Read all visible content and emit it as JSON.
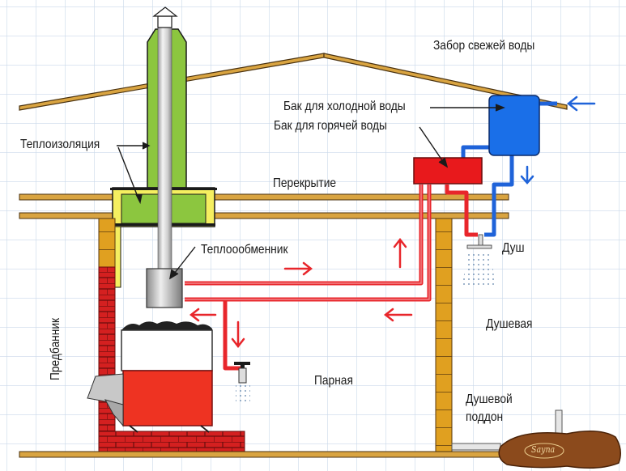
{
  "labels": {
    "fresh_water_intake": "Забор свежей воды",
    "cold_water_tank": "Бак для холодной воды",
    "hot_water_tank": "Бак для горячей воды",
    "thermal_insulation": "Теплоизоляция",
    "ceiling": "Перекрытие",
    "heat_exchanger": "Теплоообменник",
    "shower": "Душ",
    "shower_room": "Душевая",
    "steam_room": "Парная",
    "dressing_room": "Предбанник",
    "shower_tray_line1": "Душевой",
    "shower_tray_line2": "поддон"
  },
  "logo": {
    "text": "Sayna"
  },
  "colors": {
    "hot_water": "#e8262b",
    "cold_water": "#1f63d9",
    "cold_tank": "#1a6fe8",
    "hot_tank": "#e8191c",
    "insulation": "#8cc63f",
    "wood": "#d9a441",
    "brick_red": "#c81e1e",
    "brick_yellow": "#e0a020",
    "grid": "#c9d8ea",
    "stove_body": "#ee3322"
  },
  "flow_arrows": [
    {
      "name": "fresh-water-in-arrow",
      "direction": "left",
      "medium": "cold"
    },
    {
      "name": "cold-water-down-arrow",
      "direction": "down",
      "medium": "cold"
    },
    {
      "name": "hot-water-right-arrow",
      "direction": "right",
      "medium": "hot"
    },
    {
      "name": "hot-water-up-arrow",
      "direction": "up",
      "medium": "hot"
    },
    {
      "name": "return-left-arrow-1",
      "direction": "left",
      "medium": "hot"
    },
    {
      "name": "return-left-arrow-2",
      "direction": "left",
      "medium": "hot"
    },
    {
      "name": "tap-down-arrow",
      "direction": "down",
      "medium": "hot"
    }
  ]
}
